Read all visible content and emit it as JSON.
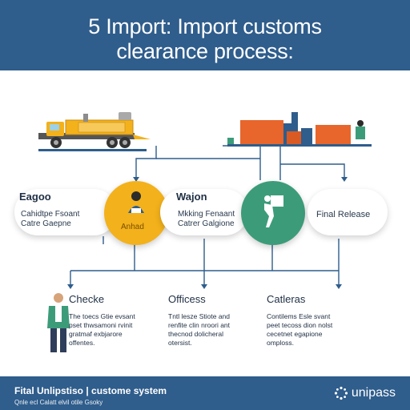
{
  "header": {
    "title_line1": "5 Import: Import customs",
    "title_line2": "clearance process:"
  },
  "truck": {
    "sign": ""
  },
  "stage1": {
    "heading": "Eagoo",
    "line1": "Cahidtpe Fsoant",
    "line2": "Catre Gaepne",
    "circle_label": "Anhad"
  },
  "stage2": {
    "heading": "Wajon",
    "line1": "Mkking Fenaant",
    "line2": "Catrer Galgione"
  },
  "stage3": {
    "final_release": "Final Release"
  },
  "lower": {
    "col1": {
      "heading": "Checke",
      "lines": [
        "The toecs Gtie evsant",
        "pset thwsamoni rvinit",
        "gratmaf exbjarore",
        "offentes."
      ]
    },
    "col2": {
      "heading": "Officess",
      "lines": [
        "Tntl lesze Stiote and",
        "renfite clin nroori ant",
        "thecnod dolicheral",
        "otersist."
      ]
    },
    "col3": {
      "heading": "Catleras",
      "lines": [
        "Contilems Esle svant",
        "peet tecoss dion nolst",
        "cecetnet egapione",
        "omploss."
      ]
    }
  },
  "footer": {
    "title": "Fital Unlipstiso | custome system",
    "subtitle": "Qnle ecl Calatt elvil otile Gsoky",
    "brand": "unipass"
  },
  "colors": {
    "header": "#2f5d8c",
    "line": "#2f5d8c",
    "amber": "#f3b11b",
    "green": "#3c9c7a",
    "container_orange": "#e8652b"
  }
}
